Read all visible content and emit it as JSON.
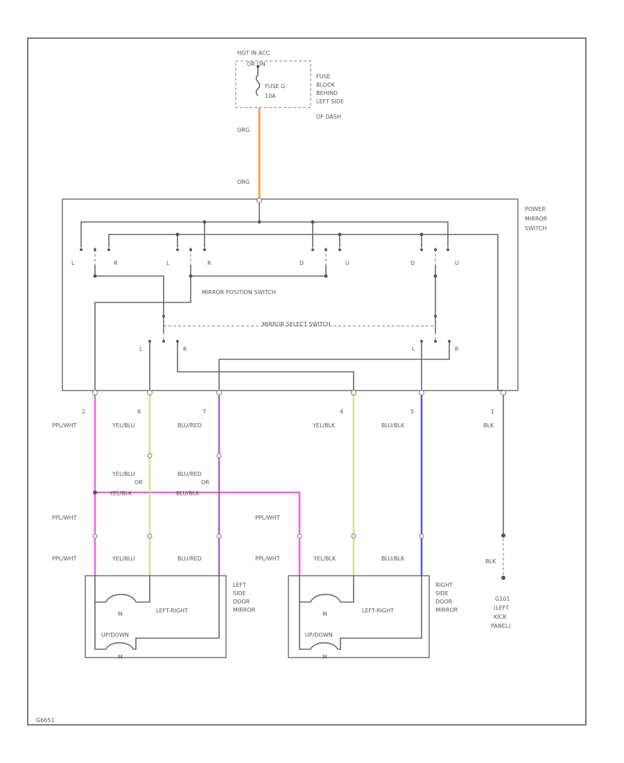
{
  "colors": {
    "orange": "#f5a04a",
    "pink": "#ee5fee",
    "yellow_green": "#d7e08a",
    "purple": "#9966cc",
    "blue": "#5555dd",
    "line": "#666666"
  },
  "fuse_block": {
    "hot_label": "HOT IN ACC",
    "on_label": "OR ON",
    "fuse_name": "FUSE G",
    "fuse_rating": "10A",
    "location": [
      "FUSE",
      "BLOCK",
      "BEHIND",
      "LEFT SIDE",
      "OF DASH"
    ]
  },
  "feed": {
    "wire_top": "ORG",
    "wire_bottom": "ORG"
  },
  "switch": {
    "title": [
      "POWER",
      "MIRROR",
      "SWITCH"
    ],
    "position_label": "MIRROR POSITION SWITCH",
    "select_label": "MIRROR SELECT SWITCH",
    "position_contacts": [
      "L",
      "R",
      "L",
      "R",
      "D",
      "U",
      "D",
      "U"
    ],
    "select_contacts": [
      "L",
      "R",
      "L",
      "R"
    ]
  },
  "pins": [
    "2",
    "6",
    "7",
    "4",
    "5",
    "1"
  ],
  "wires_top": [
    "PPL/WHT",
    "YEL/BLU",
    "BLU/RED",
    "YEL/BLK",
    "BLU/BLK",
    "BLK"
  ],
  "alt_left": {
    "yel_a": "YEL/BLU",
    "yel_or": "OR",
    "yel_b": "YEL/BLK",
    "blu_a": "BLU/RED",
    "blu_or": "OR",
    "blu_b": "BLU/BLK"
  },
  "wires_mid": [
    "PPL/WHT",
    "PPL/WHT"
  ],
  "wires_bottom": [
    "PPL/WHT",
    "YEL/BLU",
    "BLU/RED",
    "PPL/WHT",
    "YEL/BLK",
    "BLU/BLK"
  ],
  "ground": {
    "wire": "BLK",
    "label": [
      "G101",
      "(LEFT",
      "KICK",
      "PANEL)"
    ]
  },
  "mirrors": {
    "left": [
      "LEFT",
      "SIDE",
      "DOOR",
      "MIRROR"
    ],
    "right": [
      "RIGHT",
      "SIDE",
      "DOOR",
      "MIRROR"
    ],
    "lr_label": "LEFT-RIGHT",
    "ud_label": "UP/DOWN",
    "motor": "M"
  },
  "footer": "G6651"
}
